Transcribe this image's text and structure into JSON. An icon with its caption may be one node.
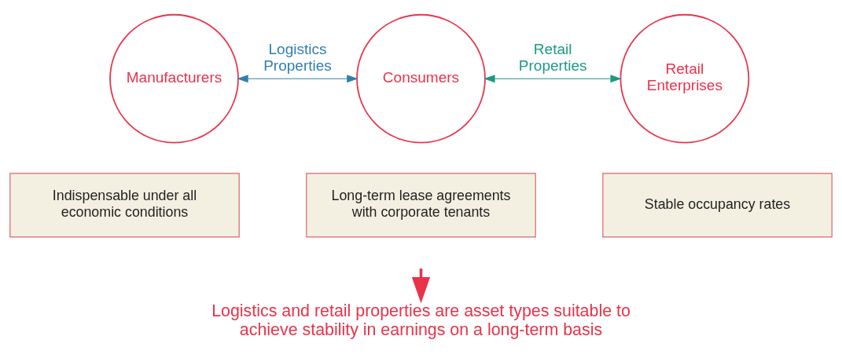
{
  "diagram": {
    "nodes": [
      {
        "text": [
          "Manufacturers"
        ]
      },
      {
        "text": [
          "Consumers"
        ]
      },
      {
        "text": [
          "Retail Enterprises"
        ]
      },
      {
        "text": [
          "Indispensable under all economic conditions"
        ]
      },
      {
        "text": [
          "Long-term lease agreements with corporate tenants"
        ]
      },
      {
        "text": [
          "Stable occupancy rates"
        ]
      },
      {
        "text": [
          "Logistics and retail properties are asset types suitable to achieve stability in earnings on a long-term basis"
        ]
      }
    ],
    "edges": [
      {
        "from": 0,
        "to": 1,
        "arrow": "both",
        "label": "Logistics Properties",
        "color": "#2f7fb0"
      },
      {
        "from": 1,
        "to": 2,
        "arrow": "both",
        "label": "Retail Properties",
        "color": "#1a9a80"
      },
      {
        "from": null,
        "to": 6,
        "arrow": "to",
        "style": "thick",
        "color": "#e8334a"
      }
    ]
  }
}
